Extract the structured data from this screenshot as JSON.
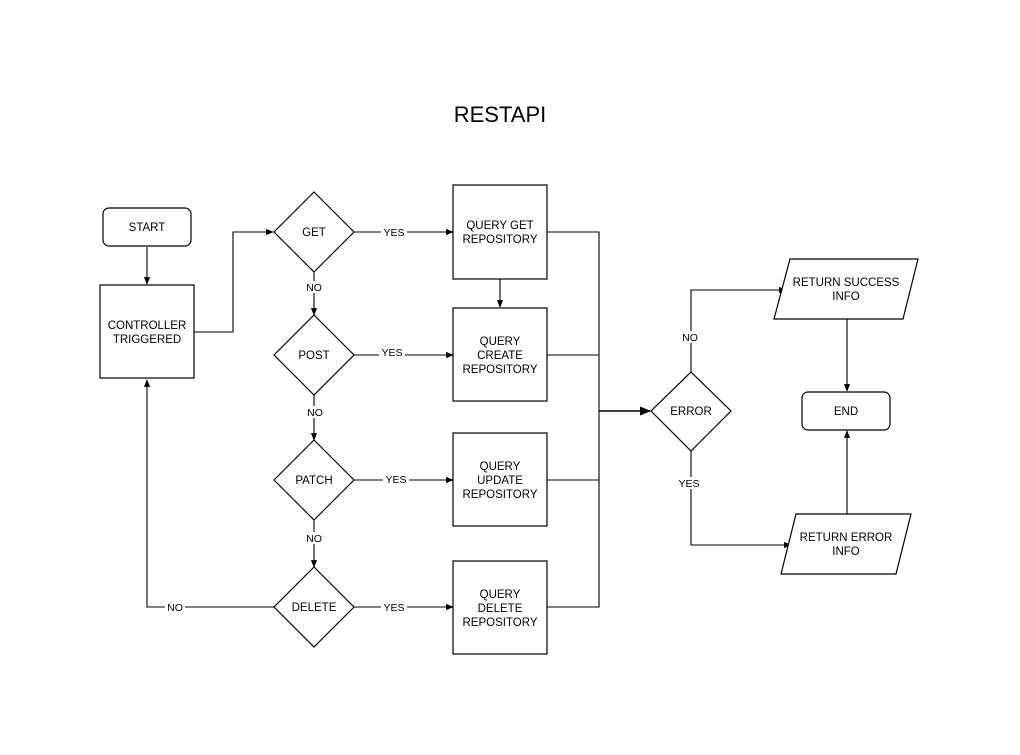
{
  "title": "RESTAPI",
  "nodes": {
    "start": "START",
    "controller": [
      "CONTROLLER",
      "TRIGGERED"
    ],
    "get": "GET",
    "post": "POST",
    "patch": "PATCH",
    "delete": "DELETE",
    "query_get": [
      "QUERY GET",
      "REPOSITORY"
    ],
    "query_create": [
      "QUERY",
      "CREATE",
      "REPOSITORY"
    ],
    "query_update": [
      "QUERY",
      "UPDATE",
      "REPOSITORY"
    ],
    "query_delete": [
      "QUERY",
      "DELETE",
      "REPOSITORY"
    ],
    "error": "ERROR",
    "return_success": [
      "RETURN SUCCESS",
      "INFO"
    ],
    "return_error": [
      "RETURN ERROR",
      "INFO"
    ],
    "end": "END"
  },
  "edge_labels": {
    "get_yes": "YES",
    "post_yes": "YES",
    "patch_yes": "YES",
    "delete_yes": "YES",
    "get_no": "NO",
    "post_no": "NO",
    "patch_no": "NO",
    "delete_no": "NO",
    "error_no": "NO",
    "error_yes": "YES"
  },
  "colors": {
    "stroke": "#000000",
    "fill": "#ffffff",
    "text": "#000000"
  }
}
